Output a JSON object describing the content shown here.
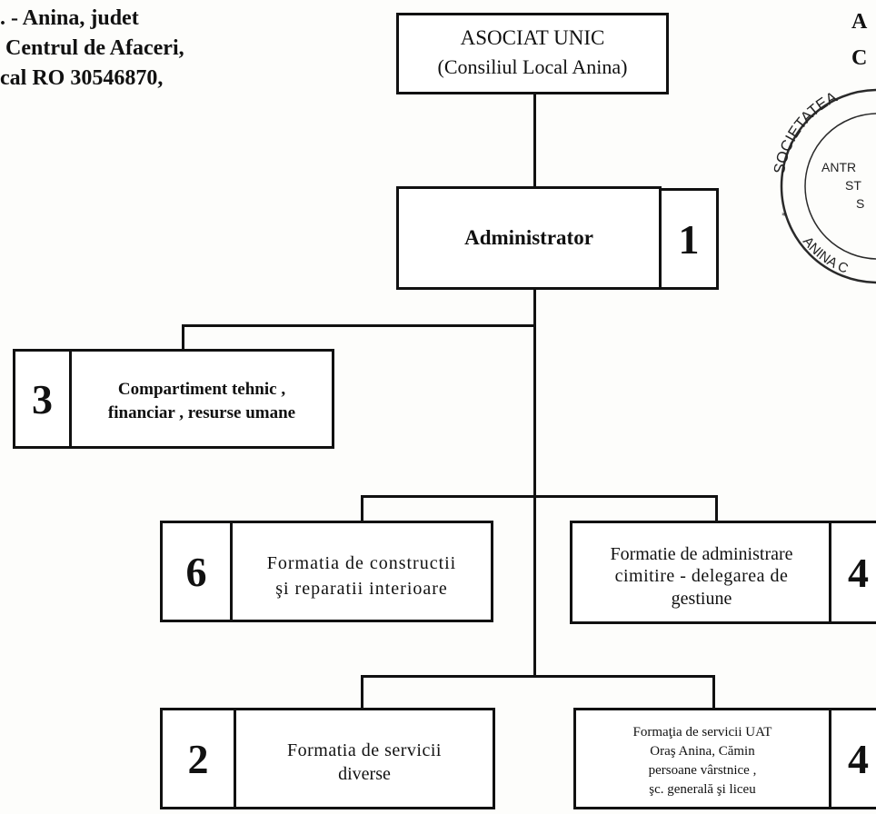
{
  "header": {
    "line1": ". - Anina, judet",
    "line2": " Centrul de Afaceri,",
    "line3": "cal RO 30546870,",
    "right_char1": "A",
    "right_char2": "C"
  },
  "stamp": {
    "outer_text": "SOCIETATEA",
    "inner1": "ANTR",
    "inner2": "ST",
    "inner3": "S",
    "bottom_text": "ANINA C"
  },
  "org": {
    "top": {
      "line1": "ASOCIAT  UNIC",
      "line2": "(Consiliul Local Anina)"
    },
    "admin": {
      "label": "Administrator",
      "num": "1"
    },
    "comp": {
      "line1": "Compartiment tehnic ,",
      "line2": "financiar , resurse umane",
      "num": "3"
    },
    "constr": {
      "line1": "Formatia de constructii",
      "line2": "şi reparatii  interioare",
      "num": "6"
    },
    "cimitire": {
      "line1": "Formatie de administrare",
      "line2": "cimitire  -  delegarea de",
      "line3": "gestiune",
      "num": "4"
    },
    "servicii": {
      "line1": "Formatia  de  servicii",
      "line2": "diverse",
      "num": "2"
    },
    "uat": {
      "line1": "Formaţia de servicii UAT",
      "line2": "Oraş Anina, Cămin",
      "line3": "persoane vârstnice ,",
      "line4": "şc. generală şi liceu",
      "num": "4"
    }
  }
}
